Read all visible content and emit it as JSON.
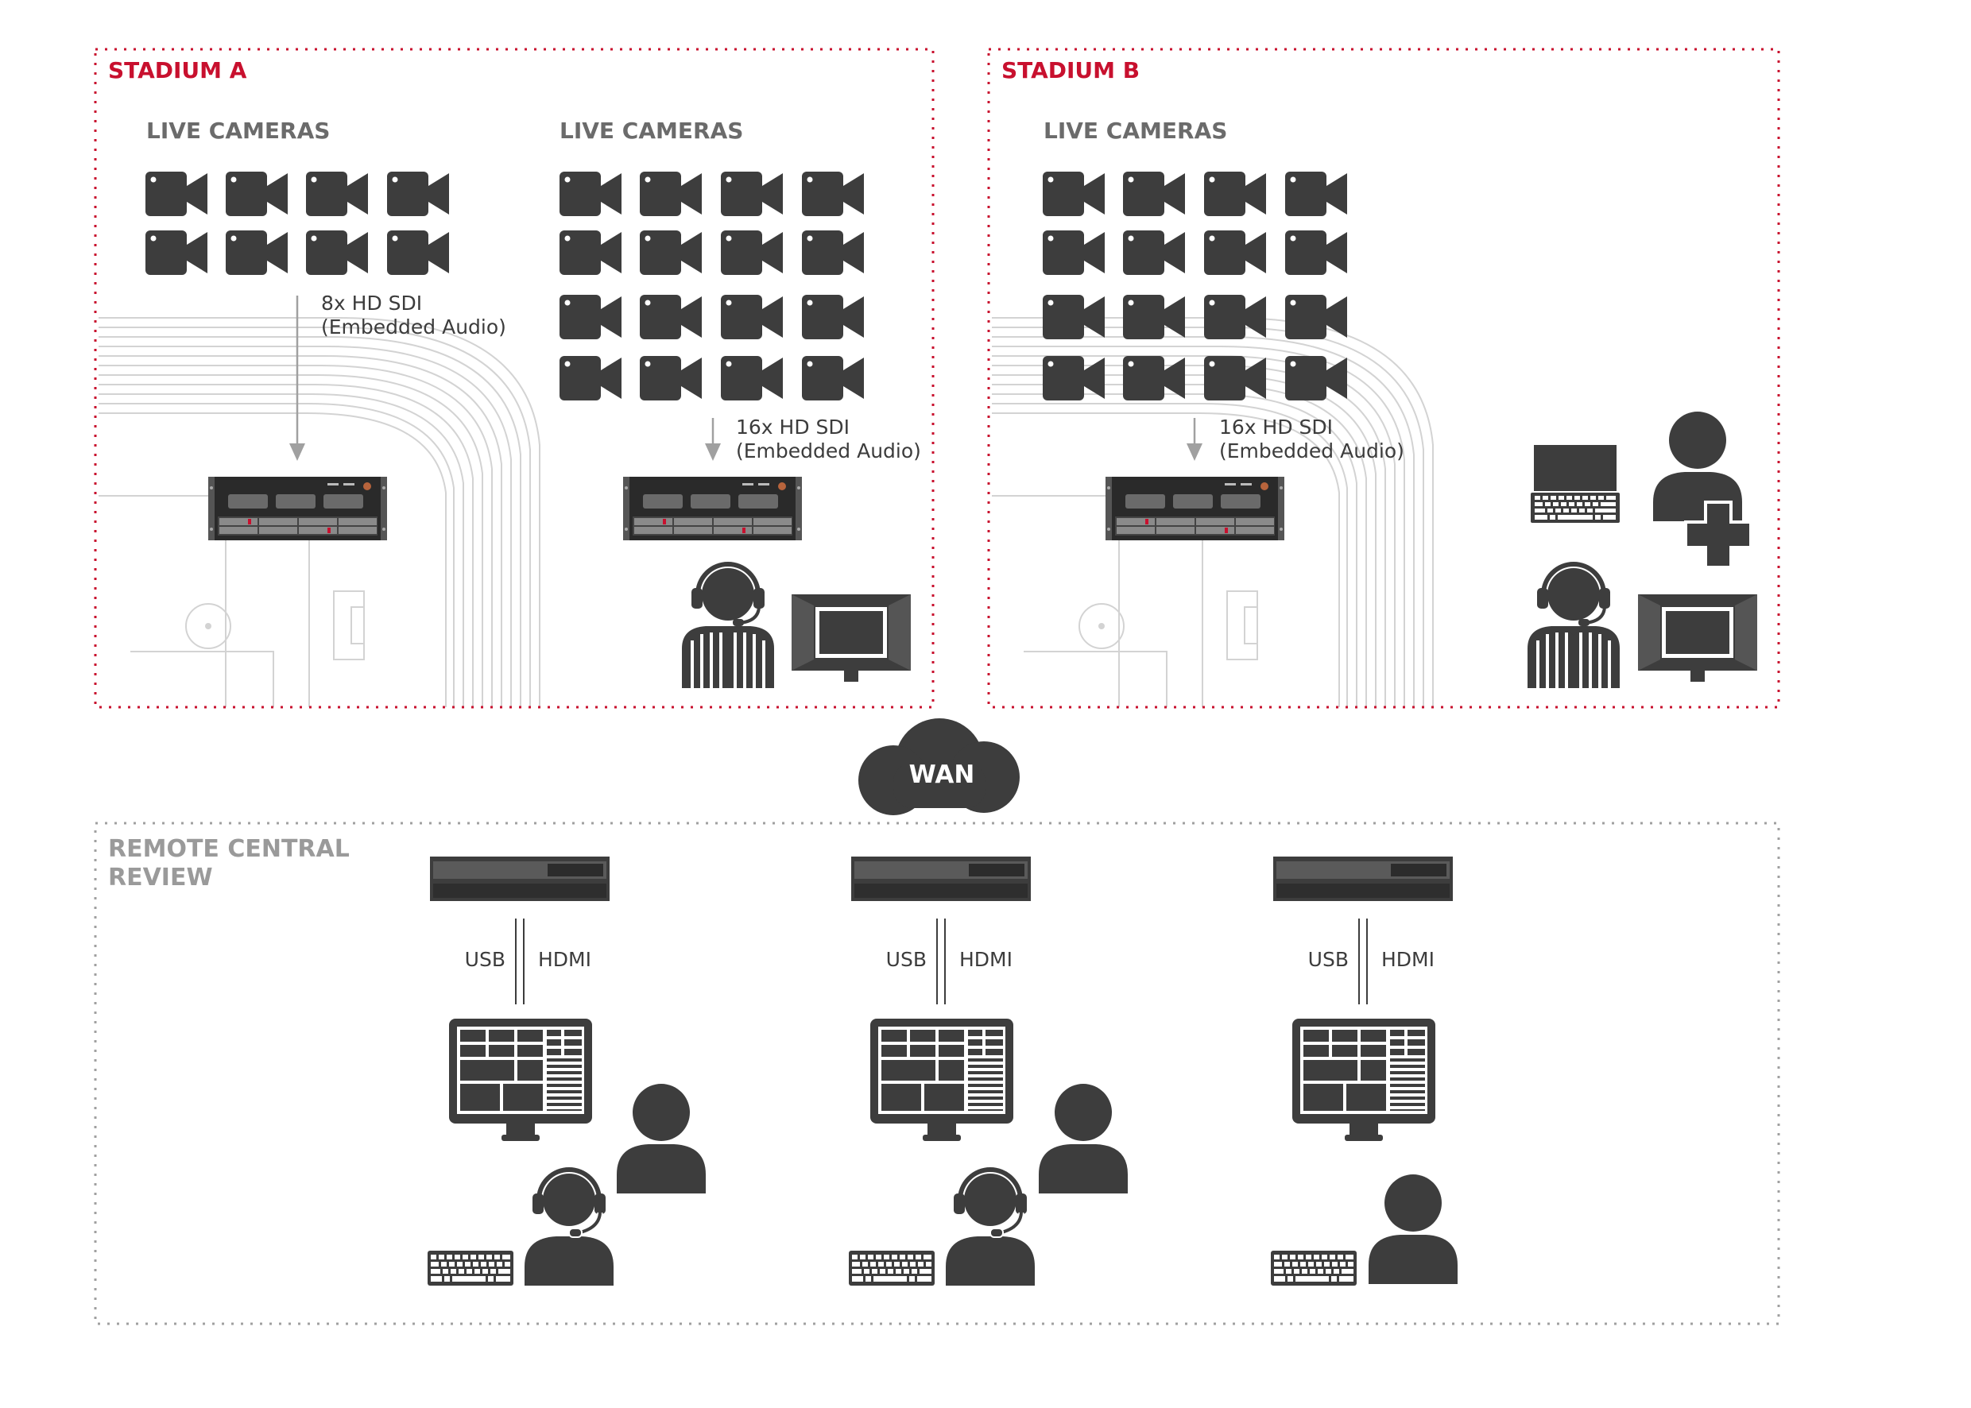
{
  "stadium_a": {
    "title": "STADIUM A",
    "group1": {
      "title": "LIVE CAMERAS",
      "link_line1": "8x HD SDI",
      "link_line2": "(Embedded Audio)"
    },
    "group2": {
      "title": "LIVE CAMERAS",
      "link_line1": "16x HD SDI",
      "link_line2": "(Embedded Audio)"
    }
  },
  "stadium_b": {
    "title": "STADIUM B",
    "group1": {
      "title": "LIVE CAMERAS",
      "link_line1": "16x HD SDI",
      "link_line2": "(Embedded Audio)"
    }
  },
  "network": {
    "label": "WAN"
  },
  "remote": {
    "title_line1": "REMOTE CENTRAL",
    "title_line2": "REVIEW",
    "stations": [
      {
        "usb_label": "USB",
        "hdmi_label": "HDMI"
      },
      {
        "usb_label": "USB",
        "hdmi_label": "HDMI"
      },
      {
        "usb_label": "USB",
        "hdmi_label": "HDMI"
      }
    ]
  },
  "colors": {
    "accent_red": "#c8102e",
    "icon_dark": "#3d3d3d",
    "border_grey": "#a0a0a0"
  }
}
